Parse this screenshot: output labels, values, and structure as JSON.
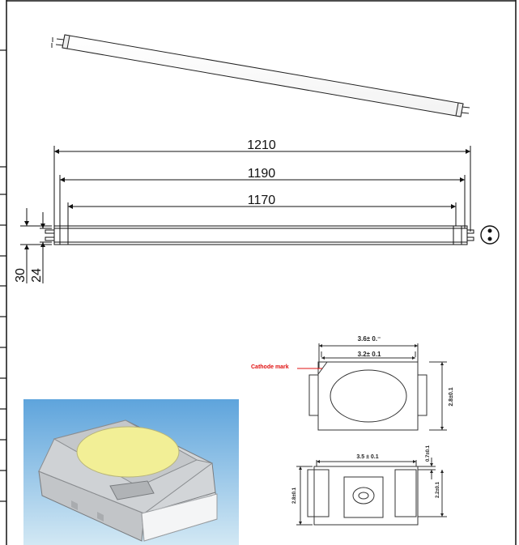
{
  "tube_dimensions": {
    "overall_length": "1210",
    "pin_length": "1190",
    "body_length": "1170",
    "outer_diameter": "30",
    "tube_diameter": "24"
  },
  "smd_top_view": {
    "width_outer": "3.6± 0.⁻",
    "width_inner": "3.2± 0.1",
    "height": "2.8±0.1",
    "cathode_label": "Cathode mark"
  },
  "smd_bottom_view": {
    "width": "3.5 ± 0.1",
    "height": "2.8±0.1",
    "pad_gap": "0.7±0.1",
    "pad_height": "2.2±0.1"
  },
  "colors": {
    "line": "#111111",
    "cathode_label": "#e01010",
    "render_sky_top": "#5ea4dc",
    "render_sky_bottom": "#d2e8f4",
    "led_lens": "#f2ef96"
  }
}
